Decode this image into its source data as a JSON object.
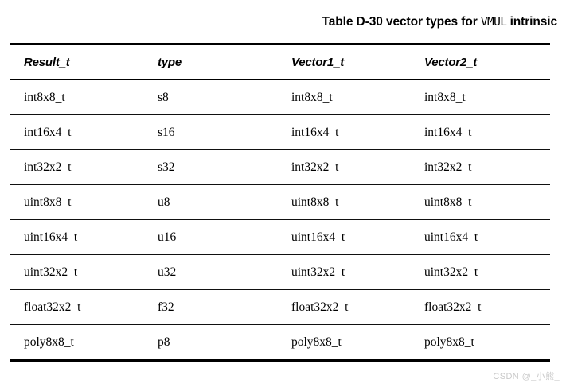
{
  "document": {
    "title_prefix": "Table D-30 vector types for ",
    "title_mono": "VMUL",
    "title_suffix": " intrinsic",
    "watermark": "CSDN @_小熊_"
  },
  "table": {
    "headers": [
      "Result_t",
      "type",
      "Vector1_t",
      "Vector2_t"
    ],
    "rows": [
      [
        "int8x8_t",
        "s8",
        "int8x8_t",
        "int8x8_t"
      ],
      [
        "int16x4_t",
        "s16",
        "int16x4_t",
        "int16x4_t"
      ],
      [
        "int32x2_t",
        "s32",
        "int32x2_t",
        "int32x2_t"
      ],
      [
        "uint8x8_t",
        "u8",
        "uint8x8_t",
        "uint8x8_t"
      ],
      [
        "uint16x4_t",
        "u16",
        "uint16x4_t",
        "uint16x4_t"
      ],
      [
        "uint32x2_t",
        "u32",
        "uint32x2_t",
        "uint32x2_t"
      ],
      [
        "float32x2_t",
        "f32",
        "float32x2_t",
        "float32x2_t"
      ],
      [
        "poly8x8_t",
        "p8",
        "poly8x8_t",
        "poly8x8_t"
      ]
    ]
  },
  "colors": {
    "background": "#ffffff",
    "text": "#000000",
    "rule": "#111111",
    "watermark": "#c9c9c9"
  }
}
